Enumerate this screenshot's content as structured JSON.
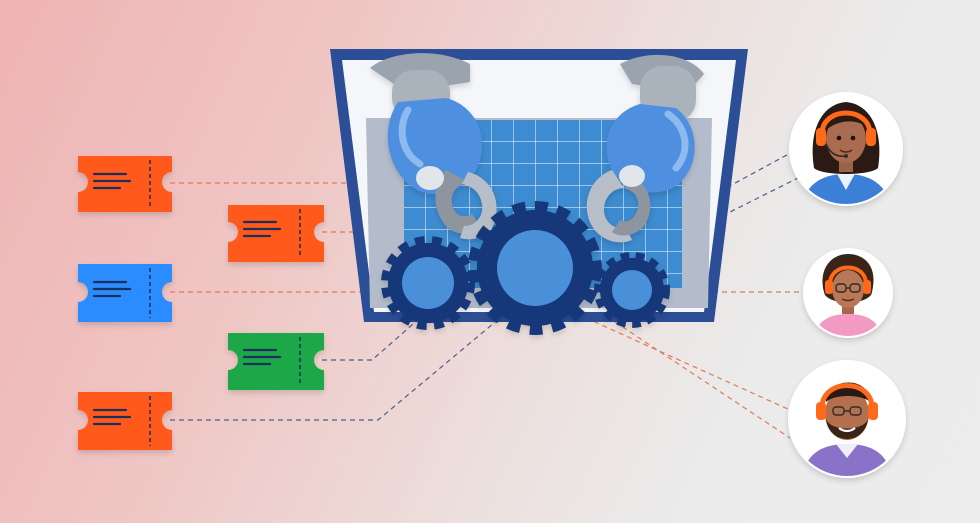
{
  "scene": {
    "tickets": [
      {
        "id": "ticket-1",
        "color": "orange"
      },
      {
        "id": "ticket-2",
        "color": "orange"
      },
      {
        "id": "ticket-3",
        "color": "blue"
      },
      {
        "id": "ticket-4",
        "color": "green"
      },
      {
        "id": "ticket-5",
        "color": "orange"
      }
    ],
    "agents": [
      {
        "id": "agent-1",
        "description": "woman-with-headset"
      },
      {
        "id": "agent-2",
        "description": "woman-with-glasses-and-headset"
      },
      {
        "id": "agent-3",
        "description": "man-with-beard-and-headset"
      }
    ],
    "central_icon": "laptop-with-robotic-arms-and-gears"
  },
  "colors": {
    "ticket_orange": "#ff5a1a",
    "ticket_blue": "#2b8cff",
    "ticket_green": "#1fa84a",
    "gear_navy": "#15397a",
    "gear_blue": "#4a90d9",
    "laptop_frame": "#2b4e96",
    "screen_grid": "#3f8ccd",
    "robot_arm_blue": "#4f8fe0",
    "headset_orange": "#ff6a1a",
    "connector_orange": "#e8875a",
    "connector_navy": "#4a5f8a"
  }
}
